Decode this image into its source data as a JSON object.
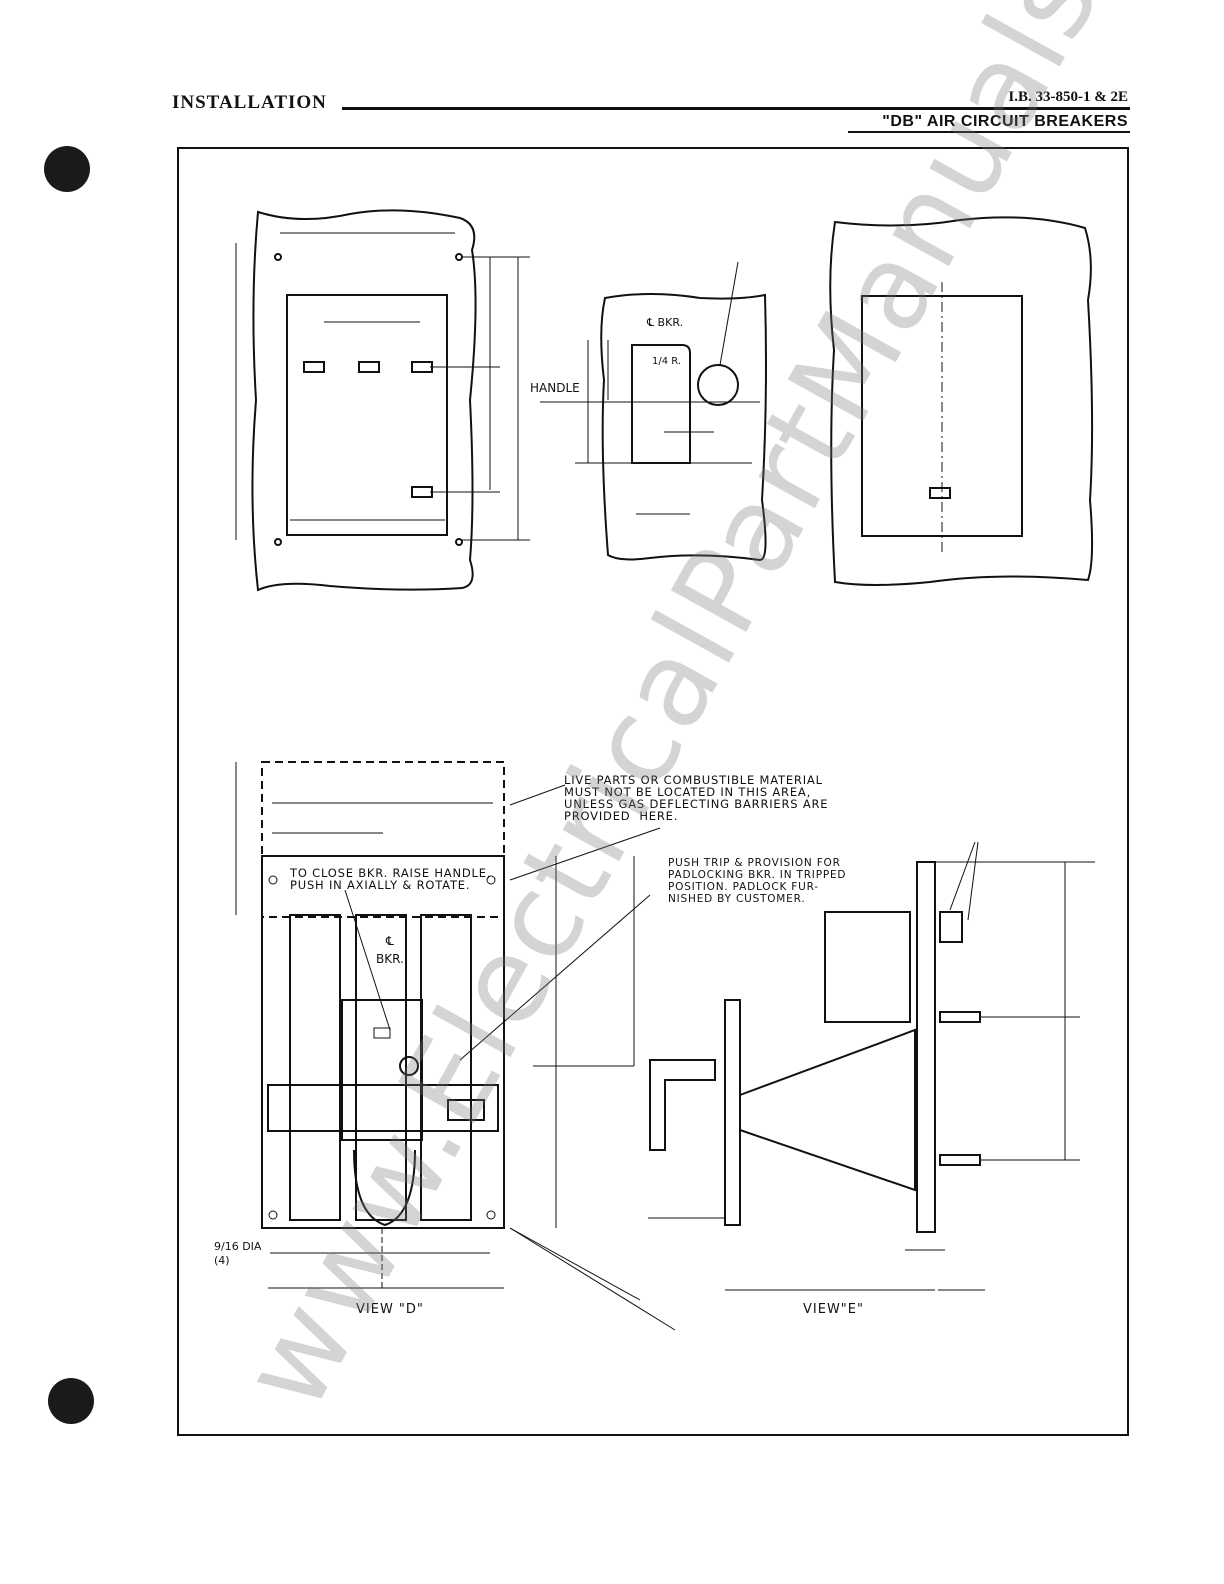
{
  "header": {
    "section": "INSTALLATION",
    "doc_number": "I.B. 33-850-1 & 2E",
    "subtitle": "\"DB\" AIR CIRCUIT BREAKERS"
  },
  "view_d": {
    "caption": "VIEW \"D\"",
    "note_top": "LIVE PARTS OR COMBUSTIBLE MATERIAL\nMUST NOT BE LOCATED IN THIS AREA,\nUNLESS GAS DEFLECTING BARRIERS ARE\nPROVIDED  HERE.",
    "note_close": "TO CLOSE BKR. RAISE HANDLE,\nPUSH IN AXIALLY & ROTATE.",
    "note_trip": "PUSH TRIP & PROVISION FOR\nPADLOCKING BKR. IN TRIPPED\nPOSITION. PADLOCK FUR-\nNISHED BY CUSTOMER.",
    "cl_bkr": "℄\nBKR.",
    "holes": "9/16 DIA\n(4)"
  },
  "view_e": {
    "caption": "VIEW\"E\""
  },
  "cutout": {
    "handle": "HANDLE",
    "cl_bkr": "℄ BKR.",
    "radius": "1/4 R."
  },
  "watermark": "www.ElectricalPartManuals.com"
}
